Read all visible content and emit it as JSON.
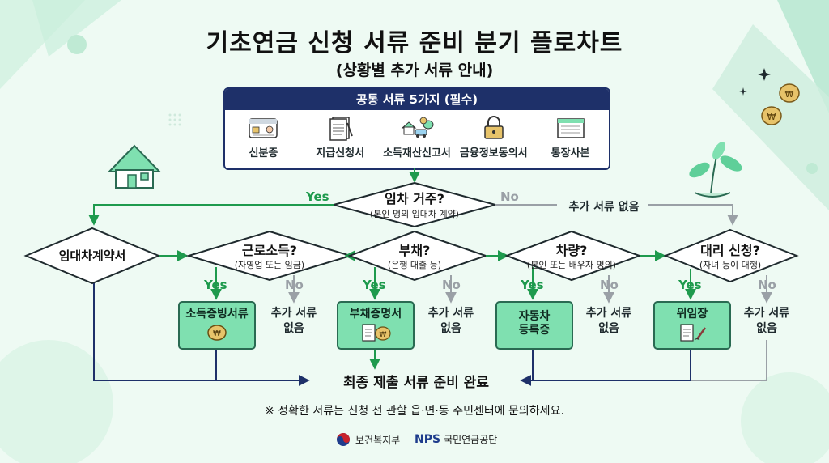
{
  "title": "기초연금 신청 서류 준비 분기 플로차트",
  "subtitle": "(상황별 추가 서류 안내)",
  "common_docs": {
    "header": "공통 서류 5가지 (필수)",
    "items": [
      {
        "label": "신분증",
        "icon": "id-card-icon"
      },
      {
        "label": "지급신청서",
        "icon": "application-form-icon"
      },
      {
        "label": "소득재산신고서",
        "icon": "property-report-icon"
      },
      {
        "label": "금융정보동의서",
        "icon": "lock-consent-icon"
      },
      {
        "label": "통장사본",
        "icon": "bankbook-icon"
      }
    ]
  },
  "rent": {
    "question": "임차 거주?",
    "sub": "(본인 명의 임대차 계약)",
    "yes": "Yes",
    "no": "No",
    "no_result": "추가 서류 없음",
    "yes_result": "임대차계약서"
  },
  "decisions": [
    {
      "question": "근로소득?",
      "sub": "(자영업 또는 임금)",
      "yes": "Yes",
      "no": "No",
      "doc": "소득증빙서류",
      "doc_icon": "won-coin-icon",
      "no_result": "추가 서류\n없음"
    },
    {
      "question": "부채?",
      "sub": "(은행 대출 등)",
      "yes": "Yes",
      "no": "No",
      "doc": "부채증명서",
      "doc_icon": "document-coin-icon",
      "no_result": "추가 서류\n없음"
    },
    {
      "question": "차량?",
      "sub": "(본인 또는 배우자 명의)",
      "yes": "Yes",
      "no": "No",
      "doc": "자동차\n등록증",
      "doc_icon": "",
      "no_result": "추가 서류\n없음"
    },
    {
      "question": "대리 신청?",
      "sub": "(자녀 등이 대행)",
      "yes": "Yes",
      "no": "No",
      "doc": "위임장",
      "doc_icon": "signature-doc-icon",
      "no_result": "추가 서류\n없음"
    }
  ],
  "final": "최종 제출 서류 준비 완료",
  "note": "※ 정확한 서류는 신청 전 관할 읍·면·동 주민센터에 문의하세요.",
  "logos": {
    "mohw": "보건복지부",
    "nps_mark": "NPS",
    "nps_name": "국민연금공단"
  },
  "colors": {
    "navy": "#1e3069",
    "yes_green": "#1e9a4d",
    "no_gray": "#9aa0a6",
    "doc_box": "#7fe0b0",
    "background": "#eefaf3"
  }
}
